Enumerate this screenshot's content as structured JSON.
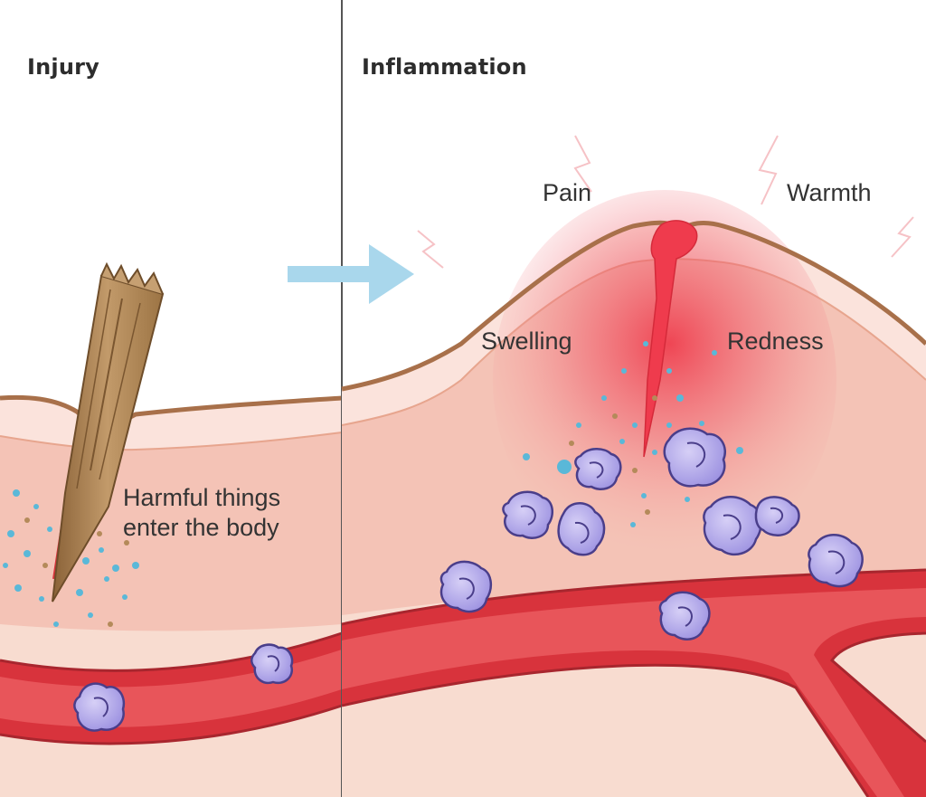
{
  "panels": {
    "left": {
      "title": "Injury",
      "caption": "Harmful things\nenter the body"
    },
    "right": {
      "title": "Inflammation"
    }
  },
  "signs": {
    "pain": "Pain",
    "warmth": "Warmth",
    "swelling": "Swelling",
    "redness": "Redness"
  },
  "icons": {
    "arrow": "right-arrow-icon",
    "splinter": "splinter-icon",
    "cell": "white-blood-cell-icon",
    "spark": "pain-spark-icon"
  },
  "colors": {
    "skin_outline": "#a8704a",
    "skin_top": "#fbe4de",
    "skin_mid": "#f4c6bb",
    "blood_vessel": "#d8333c",
    "vessel_inner": "#e8555a",
    "cell": "#a99ee6",
    "particles": "#5ab8d8",
    "arrow": "#a9d7ec",
    "divider": "#555555"
  }
}
